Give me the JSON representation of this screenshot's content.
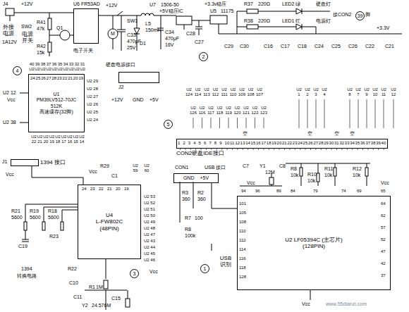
{
  "diagram": {
    "nodes": [
      {
        "text": [
          "U6 FR53AD"
        ]
      },
      {
        "text": [
          "J2"
        ]
      },
      {
        "text": [
          "U1",
          "PM39LV512-70JC",
          "512K",
          "高速缓存(32脚)"
        ]
      },
      {
        "text": [
          "CON2硬盘IDE接口"
        ]
      },
      {
        "text": [
          "1394 接口"
        ]
      },
      {
        "text": [
          "U4",
          "L-FW802C",
          "(48PIN)"
        ]
      },
      {
        "text": [
          "GND",
          "+5V"
        ]
      },
      {
        "text": [
          "U2 LF05394C (主芯片)",
          "(128PIN)"
        ]
      }
    ],
    "edges": [
      {
        "from": 4,
        "to": 5,
        "arrow": "none"
      },
      {
        "from": 6,
        "to": 7,
        "arrow": "none"
      }
    ],
    "labels": [
      "J4",
      "+12V",
      "外接电源",
      "1A12V",
      "SW2",
      "电源开关",
      "R41",
      "47k",
      "R42",
      "15k",
      "Q1",
      "电子开关",
      "+12V",
      "SW1",
      "M",
      "C33",
      "470μF",
      "25V",
      "L5",
      "150mH",
      "D1",
      "C34",
      "470μF",
      "16V",
      "U7",
      "1506-50",
      "+5V稳压IC",
      "C28",
      "C27",
      "+3.3v稳压",
      "U5",
      "11175",
      "C29",
      "R37",
      "220Ω",
      "LED2 绿",
      "硬盘灯",
      "R38",
      "220Ω",
      "LED1 红",
      "电源灯",
      "接CON2",
      "39",
      "脚",
      "+3.3V",
      "C30",
      "C16",
      "C17",
      "C18",
      "C24",
      "C25",
      "C26",
      "C22",
      "C21",
      "2",
      "4",
      "硬盘电源接口",
      "+12V",
      "GND",
      "+5V",
      "U2 12",
      "Vcc",
      "U2 38",
      "5",
      "空",
      "空",
      "空",
      "空",
      "J1",
      "Vcc",
      "Vcc",
      "R29",
      "C1",
      "U2 59",
      "U2 60",
      "R21",
      "5600",
      "R19",
      "5600",
      "R18",
      "5600",
      "C19",
      "R23",
      "R22",
      "1394",
      "转换电路",
      "3",
      "Vcc",
      "C10",
      "R1",
      "1M",
      "C11",
      "C15",
      "Y2",
      "24.576M",
      "CON1",
      "USB 接口",
      "R3",
      "360",
      "R2",
      "360",
      "R7",
      "100",
      "R8",
      "100k",
      "USB 识别",
      "1",
      "C7",
      "Y1",
      "12M",
      "C8",
      "R8",
      "10k",
      "R10",
      "10k",
      "R11",
      "10k",
      "R12",
      "10k",
      "Vcc",
      "Vcc",
      "Vcc",
      "www.55dianzi.com",
      "1",
      "2",
      "3",
      "4",
      "5",
      "6",
      "7",
      "8",
      "9",
      "10",
      "11",
      "12",
      "13",
      "14",
      "15",
      "16",
      "17",
      "18",
      "19",
      "20",
      "21",
      "22",
      "23",
      "24",
      "25",
      "26",
      "27",
      "28",
      "29",
      "30",
      "31",
      "32",
      "33",
      "34",
      "35",
      "36",
      "37",
      "38",
      "39",
      "40",
      "U2 124",
      "U2 114",
      "U2 113",
      "U2 112",
      "U2 111",
      "U2 110",
      "U2 109",
      "U2 108",
      "U2 107",
      "U2 126",
      "U2 116",
      "U2 117",
      "U2 118",
      "U2 119",
      "U2 120",
      "U2 121",
      "U2 122",
      "U2 123",
      "U2 1",
      "U2 2",
      "U2 3",
      "U2 4",
      "U2 8",
      "U2 7",
      "U2 9",
      "U2 10",
      "U2 11",
      "U2 12",
      "40 U2",
      "39 U2",
      "38 U2",
      "37 U2",
      "36 U2",
      "35 U2",
      "34 U2",
      "33 U2",
      "32 U2",
      "31 U2",
      "24",
      "25",
      "26",
      "27",
      "28",
      "23",
      "22",
      "21",
      "20",
      "19",
      "U2 29",
      "U2 28",
      "U2 27",
      "U2 26",
      "U2 25",
      "U2 24",
      "U2 22",
      "U2 21",
      "U2 20",
      "U2 19",
      "U2 18",
      "U2 17",
      "U2 16",
      "U2 15",
      "U2 14",
      "24",
      "23",
      "22",
      "21",
      "20",
      "19",
      "U2 53",
      "U2 52",
      "U2 51",
      "U2 50",
      "U2 49",
      "U2 48",
      "U2 47",
      "U2 43",
      "U2 44",
      "U2 45",
      "U2 46",
      "94",
      "96",
      "89",
      "84",
      "79",
      "74",
      "69",
      "65",
      "101",
      "105",
      "108",
      "110",
      "112",
      "114",
      "116",
      "118",
      "128",
      "64",
      "62",
      "57",
      "52",
      "47",
      "42",
      "37"
    ]
  }
}
